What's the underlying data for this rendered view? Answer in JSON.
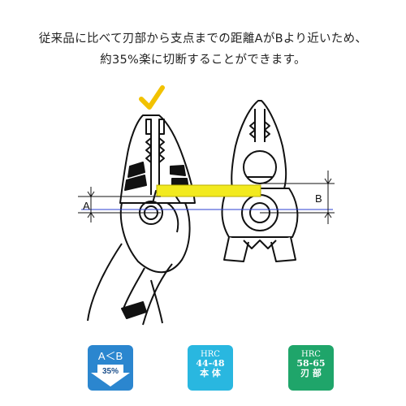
{
  "caption": {
    "line1": "従来品に比べて刃部から支点までの距離AがBより近いため、",
    "line2": "約35%楽に切断することができます。"
  },
  "diagram": {
    "label_a": "A",
    "label_b": "B",
    "highlight_color": "#f2ea1f",
    "check_color": "#f2c200",
    "icons": [
      "check-mark-icon",
      "plier-icon"
    ]
  },
  "badges": {
    "ab": {
      "top": "A＜B",
      "value": "35%",
      "color": "#2b86cf",
      "icon": "down-arrow-icon"
    },
    "hrc_body": {
      "label": "HRC",
      "range": "44-48",
      "part": "本 体",
      "color": "#29b7e0"
    },
    "hrc_blade": {
      "label": "HRC",
      "range": "58-65",
      "part": "刃 部",
      "color": "#1fa56a"
    }
  }
}
